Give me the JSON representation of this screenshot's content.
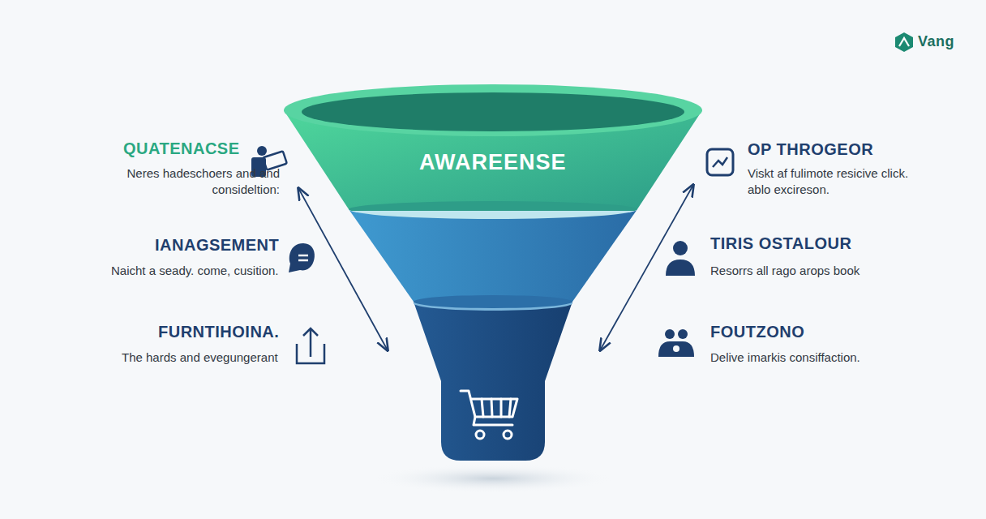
{
  "diagram": {
    "nodes": [
      {
        "text": [
          "AWAREENSE"
        ]
      }
    ],
    "labels": [
      "QUATENACSE",
      "Neres hadeschoers and and consideltion:",
      "IANAGSEMENT",
      "Naicht a seady. come,  cusition.",
      "FURNTIHOINA.",
      "The hards and evegungerant",
      "OP THROGEOR",
      "Viskt af fulimote resicive click. ablo excireson.",
      "TIRIS OSTALOUR",
      "Resorrs all rago arops book",
      "FOUTZONO",
      "Delive imarkis consiffaction.",
      "Vang"
    ]
  }
}
